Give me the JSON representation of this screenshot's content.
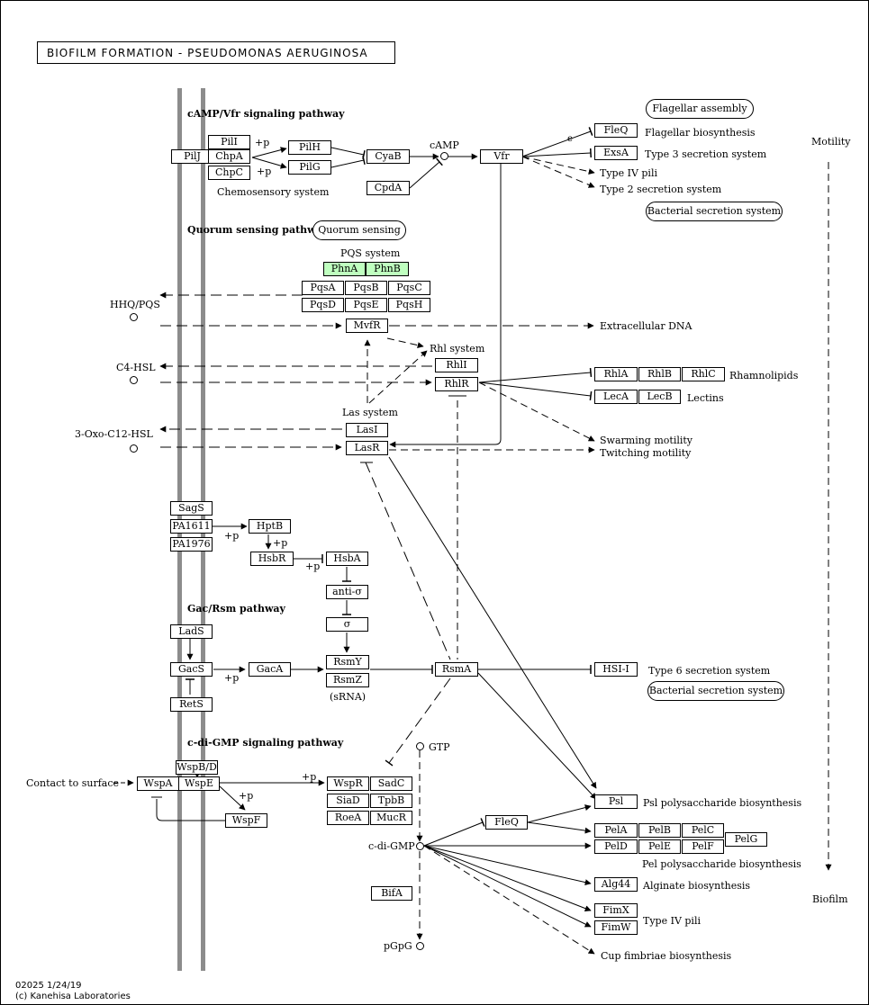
{
  "title": "BIOFILM FORMATION - PSEUDOMONAS AERUGINOSA",
  "sections": {
    "camp_vfr": "cAMP/Vfr signaling pathway",
    "quorum": "Quorum sensing pathway",
    "gac_rsm": "Gac/Rsm pathway",
    "cdigmp": "c-di-GMP signaling pathway"
  },
  "maps": {
    "flagellar_assembly": "Flagellar assembly",
    "bacterial_secretion_1": "Bacterial secretion system",
    "quorum_sensing": "Quorum sensing",
    "bacterial_secretion_2": "Bacterial secretion system"
  },
  "genes": {
    "pilI": "PilI",
    "pilJ": "PilJ",
    "chpA": "ChpA",
    "chpC": "ChpC",
    "pilH": "PilH",
    "pilG": "PilG",
    "cyaB": "CyaB",
    "cpdA": "CpdA",
    "vfr": "Vfr",
    "fleQ_top": "FleQ",
    "exsA": "ExsA",
    "phnA": "PhnA",
    "phnB": "PhnB",
    "pqsA": "PqsA",
    "pqsB": "PqsB",
    "pqsC": "PqsC",
    "pqsD": "PqsD",
    "pqsE": "PqsE",
    "pqsH": "PqsH",
    "mvfR": "MvfR",
    "rhlI": "RhlI",
    "rhlR": "RhlR",
    "rhlA": "RhlA",
    "rhlB": "RhlB",
    "rhlC": "RhlC",
    "lecA": "LecA",
    "lecB": "LecB",
    "lasI": "LasI",
    "lasR": "LasR",
    "sagS": "SagS",
    "pa1611": "PA1611",
    "pa1976": "PA1976",
    "hptB": "HptB",
    "hsbR": "HsbR",
    "hsbA": "HsbA",
    "antiSigma": "anti-σ",
    "sigma": "σ",
    "ladS": "LadS",
    "gacS": "GacS",
    "retS": "RetS",
    "gacA": "GacA",
    "rsmY": "RsmY",
    "rsmZ": "RsmZ",
    "rsmA": "RsmA",
    "hsiI": "HSI-I",
    "wspBD": "WspB/D",
    "wspA": "WspA",
    "wspE": "WspE",
    "wspF": "WspF",
    "wspR": "WspR",
    "sadC": "SadC",
    "siaD": "SiaD",
    "tpbB": "TpbB",
    "roeA": "RoeA",
    "mucR": "MucR",
    "fleQ_bottom": "FleQ",
    "psl": "Psl",
    "pelA": "PelA",
    "pelB": "PelB",
    "pelC": "PelC",
    "pelD": "PelD",
    "pelE": "PelE",
    "pelF": "PelF",
    "pelG": "PelG",
    "alg44": "Alg44",
    "bifA": "BifA",
    "fimX": "FimX",
    "fimW": "FimW"
  },
  "labels": {
    "camp": "cAMP",
    "chemosensory": "Chemosensory system",
    "flagellar_bio": "Flagellar biosynthesis",
    "t3ss": "Type 3 secretion system",
    "t4pili_top": "Type IV pili",
    "t2ss": "Type 2 secretion system",
    "motility": "Motility",
    "pqs_system": "PQS system",
    "hhq_pqs": "HHQ/PQS",
    "extracellular_dna": "Extracellular DNA",
    "rhl_system": "Rhl system",
    "c4_hsl": "C4-HSL",
    "rhamnolipids": "Rhamnolipids",
    "lectins": "Lectins",
    "las_system": "Las system",
    "oxo_c12": "3-Oxo-C12-HSL",
    "swarming": "Swarming motility",
    "twitching": "Twitching motility",
    "srna": "(sRNA)",
    "t6ss": "Type 6 secretion system",
    "contact_surface": "Contact to surface",
    "gtp": "GTP",
    "cdigmp": "c-di-GMP",
    "pgpg": "pGpG",
    "psl_bio": "Psl polysaccharide biosynthesis",
    "pel_bio": "Pel polysaccharide biosynthesis",
    "alginate": "Alginate biosynthesis",
    "t4pili_bottom": "Type IV pili",
    "cup_fimbriae": "Cup fimbriae biosynthesis",
    "biofilm": "Biofilm"
  },
  "marks": {
    "p1": "+p",
    "p2": "+p",
    "p3": "+p",
    "p4": "+p",
    "p5": "+p",
    "p6": "+p",
    "p7": "+p",
    "p8": "+p",
    "e": "e"
  },
  "colors": {
    "phn_highlight": "#bfffbf",
    "membrane": "#8c8c8c"
  },
  "footer": {
    "version": "02025 1/24/19",
    "copyright": "(c) Kanehisa Laboratories"
  }
}
